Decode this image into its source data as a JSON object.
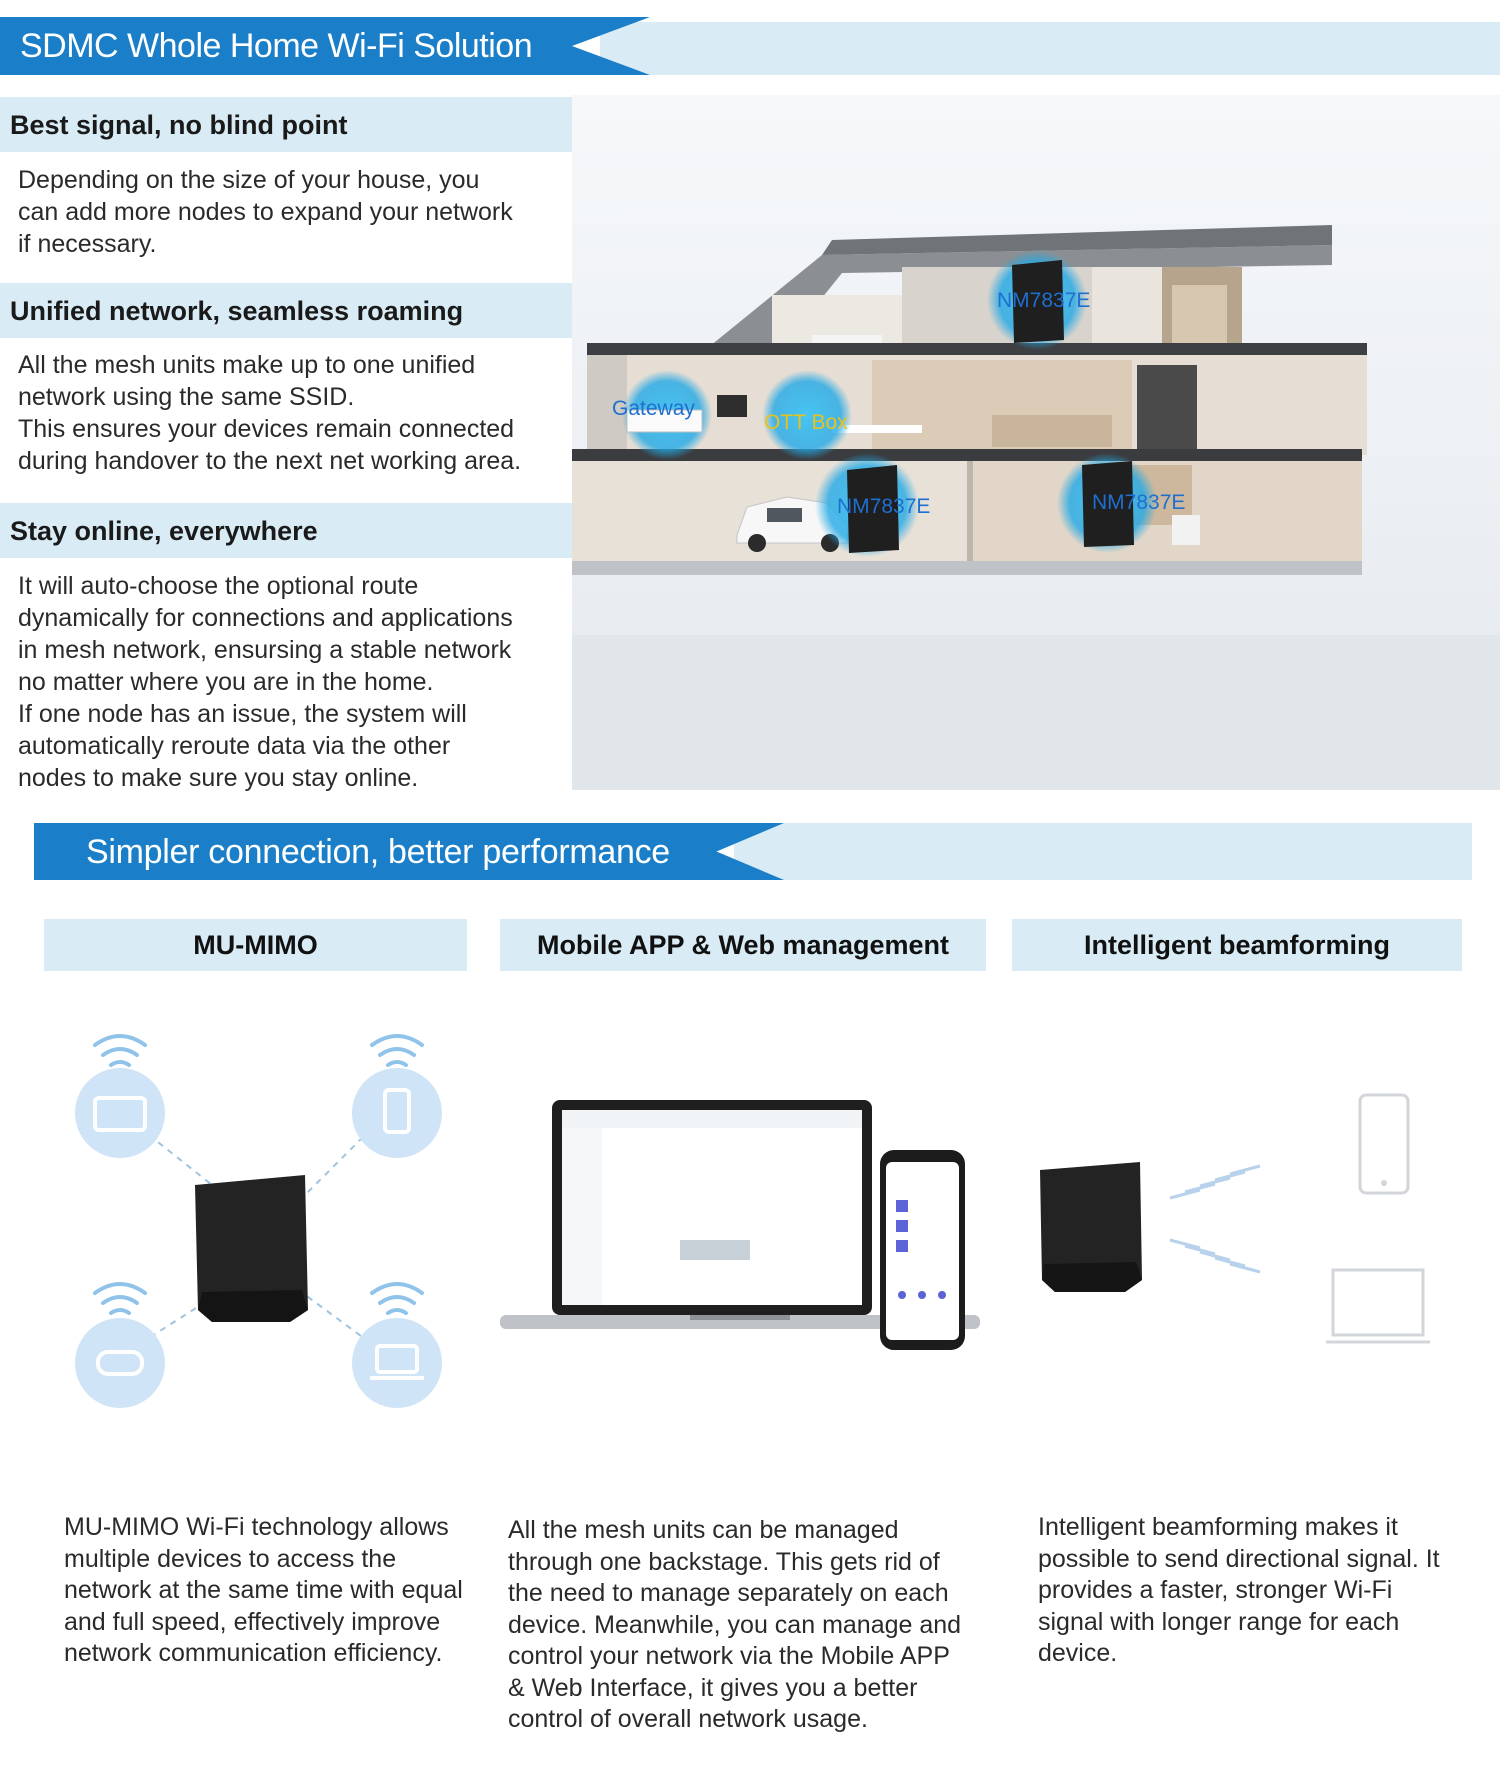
{
  "header": {
    "title": "SDMC Whole Home Wi-Fi Solution"
  },
  "features": [
    {
      "heading": "Best signal, no blind point",
      "body": "Depending on the size of your house, you\ncan add more nodes to expand your network\nif necessary."
    },
    {
      "heading": "Unified network, seamless roaming",
      "body": "All the mesh units make up to one unified\nnetwork using the same SSID.\nThis ensures your devices remain connected\nduring handover to the next net working area."
    },
    {
      "heading": "Stay online, everywhere",
      "body": "It will auto-choose the optional route\ndynamically for connections and applications\nin mesh network, ensursing a stable network\nno matter where you are in the home.\nIf one node has an issue, the system will\nautomatically reroute data via the other\nnodes to make sure you stay online."
    }
  ],
  "house_labels": {
    "node_top": "NM7837E",
    "gateway": "Gateway",
    "ott": "OTT Box",
    "node_garage": "NM7837E",
    "node_right": "NM7837E"
  },
  "banner2": {
    "title": "Simpler connection, better performance"
  },
  "columns": [
    {
      "heading": "MU-MIMO",
      "body": "MU-MIMO Wi-Fi technology allows multiple devices to access the network at the same time with equal and full speed, effectively improve network communication efficiency."
    },
    {
      "heading": "Mobile APP & Web management",
      "body": "All the mesh units can be managed through one backstage. This gets rid of the need to manage separately on each device. Meanwhile, you can manage and control your network via the Mobile APP & Web Interface, it gives you a better control of overall network usage."
    },
    {
      "heading": "Intelligent beamforming",
      "body": "Intelligent beamforming makes it possible to send directional signal. It provides a faster, stronger Wi-Fi signal with longer range for each device."
    }
  ],
  "colors": {
    "accent_blue": "#1a7fc8",
    "band_light": "#d9ecf5",
    "label_blue": "#1e6fd0",
    "label_yellow": "#e8c21c"
  }
}
